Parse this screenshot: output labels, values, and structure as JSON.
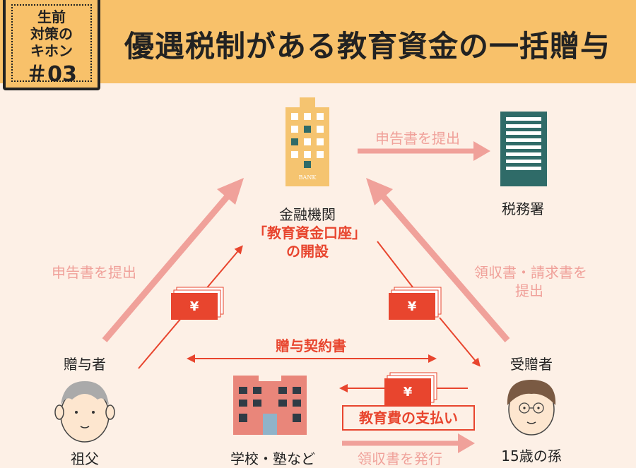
{
  "badge": {
    "line1": "生前",
    "line2": "対策の",
    "line3": "キホン",
    "line4": "＃03"
  },
  "title": "優遇税制がある教育資金の一括贈与",
  "bank": {
    "sign": "BANK",
    "label": "金融機関",
    "account": "「教育資金口座」",
    "opening": "の開設"
  },
  "tax_office": {
    "label": "税務署"
  },
  "flows": {
    "bank_to_tax": "申告書を提出",
    "giver_to_bank": "申告書を提出",
    "receipt_line1": "領収書・請求書を",
    "receipt_line2": "提出",
    "contract": "贈与契約書",
    "payment": "教育費の支払い",
    "receipt_issue": "領収書を発行"
  },
  "money_symbol": "¥",
  "giver": {
    "role": "贈与者",
    "name": "祖父"
  },
  "receiver": {
    "role": "受贈者",
    "name": "15歳の孫"
  },
  "school": {
    "label": "学校・塾など"
  },
  "colors": {
    "header": "#f8c16a",
    "background": "#fdf0e6",
    "red": "#e8452e",
    "pink": "#f0a19a",
    "teal": "#2f6b68",
    "gold": "#f5c470"
  }
}
